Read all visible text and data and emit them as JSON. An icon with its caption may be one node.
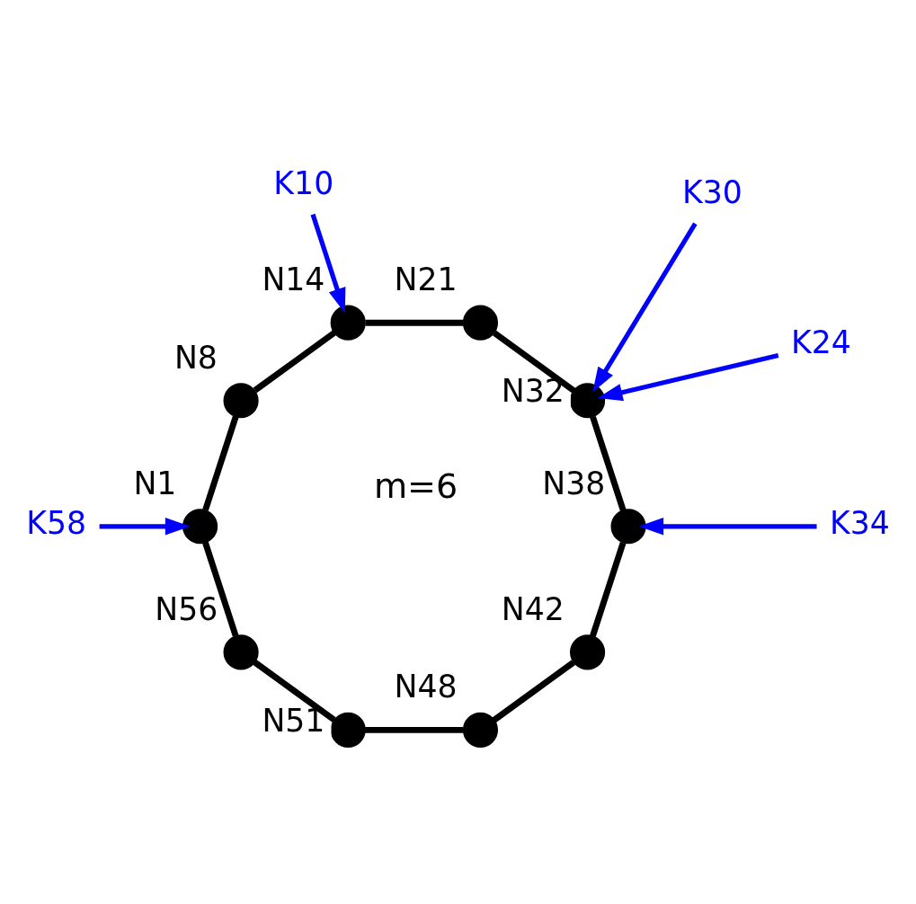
{
  "diagram": {
    "nodes": [
      {
        "text": [
          "N1"
        ]
      },
      {
        "text": [
          "N8"
        ]
      },
      {
        "text": [
          "N14"
        ]
      },
      {
        "text": [
          "N21"
        ]
      },
      {
        "text": [
          "N32"
        ]
      },
      {
        "text": [
          "N38"
        ]
      },
      {
        "text": [
          "N42"
        ]
      },
      {
        "text": [
          "N48"
        ]
      },
      {
        "text": [
          "N51"
        ]
      },
      {
        "text": [
          "N56"
        ]
      },
      {
        "text": [
          "K58"
        ]
      },
      {
        "text": [
          "K10"
        ]
      },
      {
        "text": [
          "K24"
        ]
      },
      {
        "text": [
          "K30"
        ]
      },
      {
        "text": [
          "K34"
        ]
      }
    ],
    "edges": [
      {
        "from": 0,
        "to": 1,
        "arrow": "none"
      },
      {
        "from": 1,
        "to": 2,
        "arrow": "none"
      },
      {
        "from": 2,
        "to": 3,
        "arrow": "none"
      },
      {
        "from": 3,
        "to": 4,
        "arrow": "none"
      },
      {
        "from": 4,
        "to": 5,
        "arrow": "none"
      },
      {
        "from": 5,
        "to": 6,
        "arrow": "none"
      },
      {
        "from": 6,
        "to": 7,
        "arrow": "none"
      },
      {
        "from": 7,
        "to": 8,
        "arrow": "none"
      },
      {
        "from": 8,
        "to": 9,
        "arrow": "none"
      },
      {
        "from": 9,
        "to": 0,
        "arrow": "none"
      },
      {
        "from": 10,
        "to": 0,
        "arrow": "to",
        "color": "#0000ff"
      },
      {
        "from": 11,
        "to": 2,
        "arrow": "to",
        "color": "#0000ff"
      },
      {
        "from": 12,
        "to": 4,
        "arrow": "to",
        "color": "#0000ff"
      },
      {
        "from": 13,
        "to": 4,
        "arrow": "to",
        "color": "#0000ff"
      },
      {
        "from": 14,
        "to": 5,
        "arrow": "to",
        "color": "#0000ff"
      }
    ],
    "labels": [
      "m=6"
    ]
  }
}
